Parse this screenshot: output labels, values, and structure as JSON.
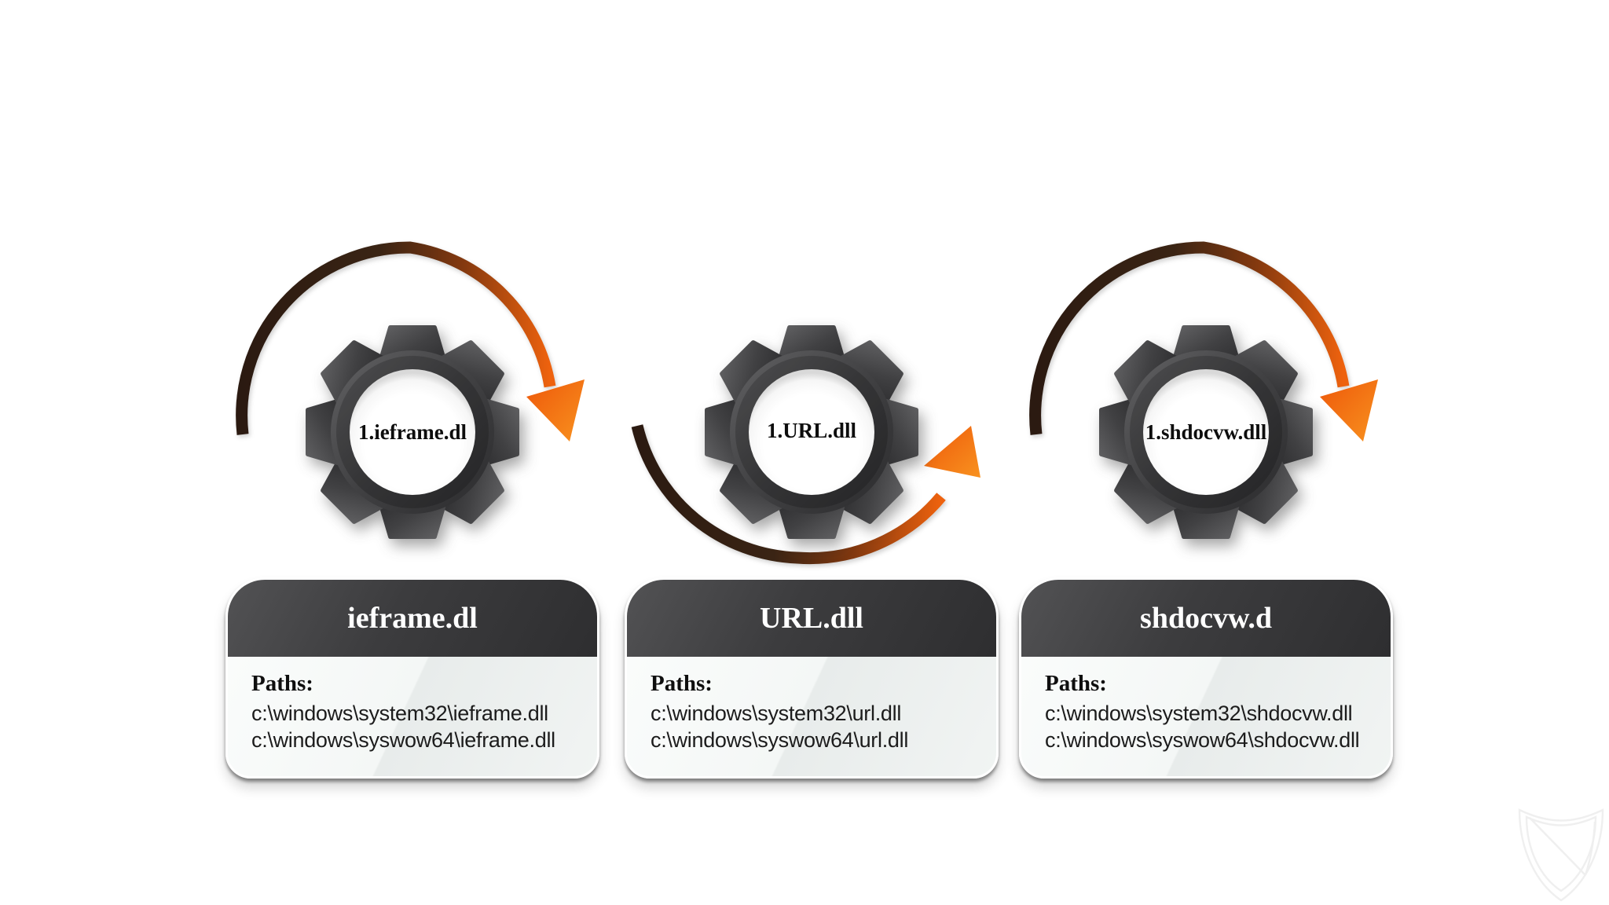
{
  "modules": [
    {
      "gear_label": "1.ieframe.dl",
      "rotation_arrow": "clockwise-over-top",
      "card_title": "ieframe.dl",
      "paths_label": "Paths:",
      "paths": [
        "c:\\windows\\system32\\ieframe.dll",
        "c:\\windows\\syswow64\\ieframe.dll"
      ]
    },
    {
      "gear_label": "1.URL.dll",
      "rotation_arrow": "clockwise-under-bottom",
      "card_title": "URL.dll",
      "paths_label": "Paths:",
      "paths": [
        "c:\\windows\\system32\\url.dll",
        "c:\\windows\\syswow64\\url.dll"
      ]
    },
    {
      "gear_label": "1.shdocvw.dll",
      "rotation_arrow": "clockwise-over-top",
      "card_title": "shdocvw.d",
      "paths_label": "Paths:",
      "paths": [
        "c:\\windows\\system32\\shdocvw.dll",
        "c:\\windows\\syswow64\\shdocvw.dll"
      ]
    }
  ],
  "colors": {
    "background": "#ffffff",
    "gear_body": "#454547",
    "arc_dark_end": "#2b1a11",
    "arrow_orange": "#f06410",
    "card_header": "#39393b",
    "card_body": "#f0f3f2",
    "card_title_text": "#ffffff",
    "path_text": "#1c1c1c"
  }
}
